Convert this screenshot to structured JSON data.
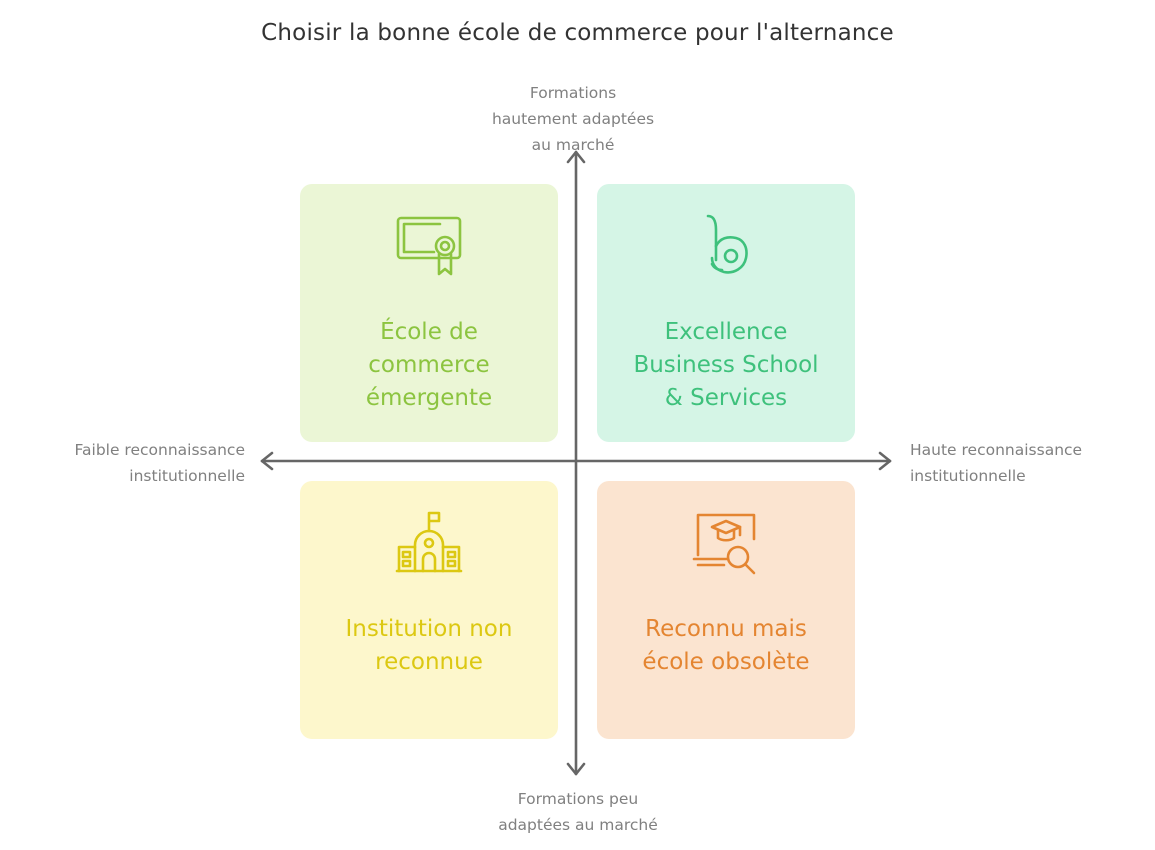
{
  "title": "Choisir la bonne école de commerce pour l'alternance",
  "axes": {
    "top": "Formations\nhautement adaptées\nau marché",
    "bottom": "Formations peu\nadaptées au marché",
    "left": "Faible reconnaissance\ninstitutionnelle",
    "right": "Haute reconnaissance\ninstitutionnelle"
  },
  "quadrants": {
    "top_left": {
      "label": "École de\ncommerce\némergente",
      "icon": "certificate-icon",
      "color": "#8cc440",
      "bg": "#ebf6d6"
    },
    "top_right": {
      "label": "Excellence\nBusiness School\n& Services",
      "icon": "letter-b-icon",
      "color": "#3ec17c",
      "bg": "#d5f5e6"
    },
    "bottom_left": {
      "label": "Institution non\nreconnue",
      "icon": "school-building-icon",
      "color": "#dcc812",
      "bg": "#fdf7cc"
    },
    "bottom_right": {
      "label": "Reconnu mais\nécole obsolète",
      "icon": "graduation-search-icon",
      "color": "#e48531",
      "bg": "#fbe4d0"
    }
  }
}
